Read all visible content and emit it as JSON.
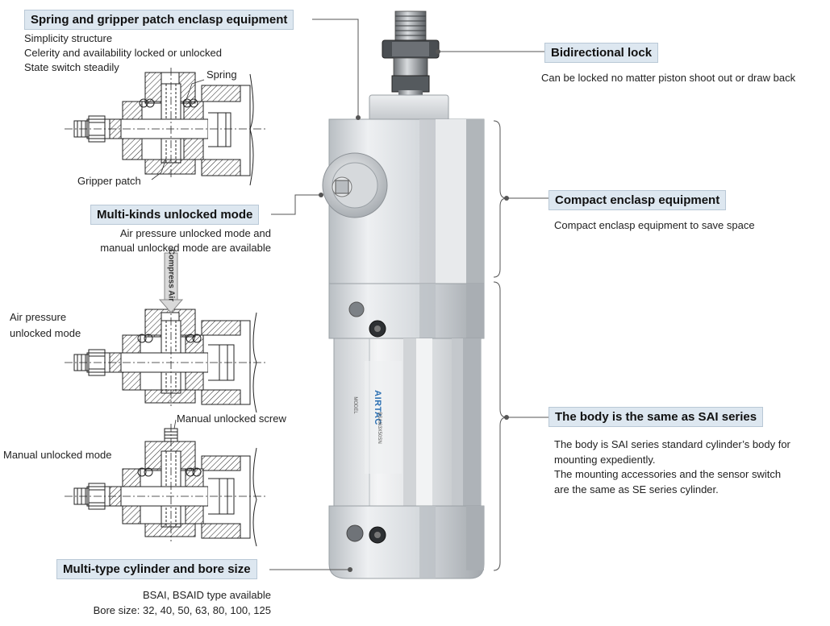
{
  "callouts": {
    "spring_gripper": {
      "title": "Spring and gripper patch enclasp equipment",
      "lines": [
        "Simplicity structure",
        "Celerity and availability locked or unlocked",
        "State switch steadily"
      ]
    },
    "multi_kinds": {
      "title": "Multi-kinds unlocked mode",
      "lines": [
        "Air pressure unlocked mode and",
        "manual unlocked mode are available"
      ]
    },
    "multi_type": {
      "title": "Multi-type cylinder and bore size",
      "lines": [
        "BSAI, BSAID type available",
        "Bore size: 32, 40, 50, 63, 80, 100, 125"
      ]
    },
    "bidirectional": {
      "title": "Bidirectional lock",
      "lines": [
        "Can be locked no matter piston shoot out or draw back"
      ]
    },
    "compact": {
      "title": "Compact enclasp equipment",
      "lines": [
        "Compact enclasp equipment to save space"
      ]
    },
    "body_sai": {
      "title": "The body is the same as SAI series",
      "lines": [
        "The body is SAI series standard cylinder’s body for",
        "mounting expediently.",
        "The mounting accessories and the sensor switch",
        "are the same as SE series cylinder."
      ]
    }
  },
  "diagram_labels": {
    "spring": "Spring",
    "gripper_patch": "Gripper patch",
    "compress_air": "Compress Air",
    "air_pressure_mode": [
      "Air pressure",
      "unlocked mode"
    ],
    "manual_screw": "Manual unlocked screw",
    "manual_mode": "Manual unlocked mode"
  },
  "product_label": {
    "brand": "AIRTAC",
    "model_caption": "MODEL",
    "model_code": "BSAI63X50SN"
  },
  "colors": {
    "callout_fill": "#dde7f0",
    "callout_border": "#b9c8d6",
    "aluminum_light": "#e3e6e9",
    "aluminum_dark": "#a8adb2",
    "leader": "#555555"
  }
}
